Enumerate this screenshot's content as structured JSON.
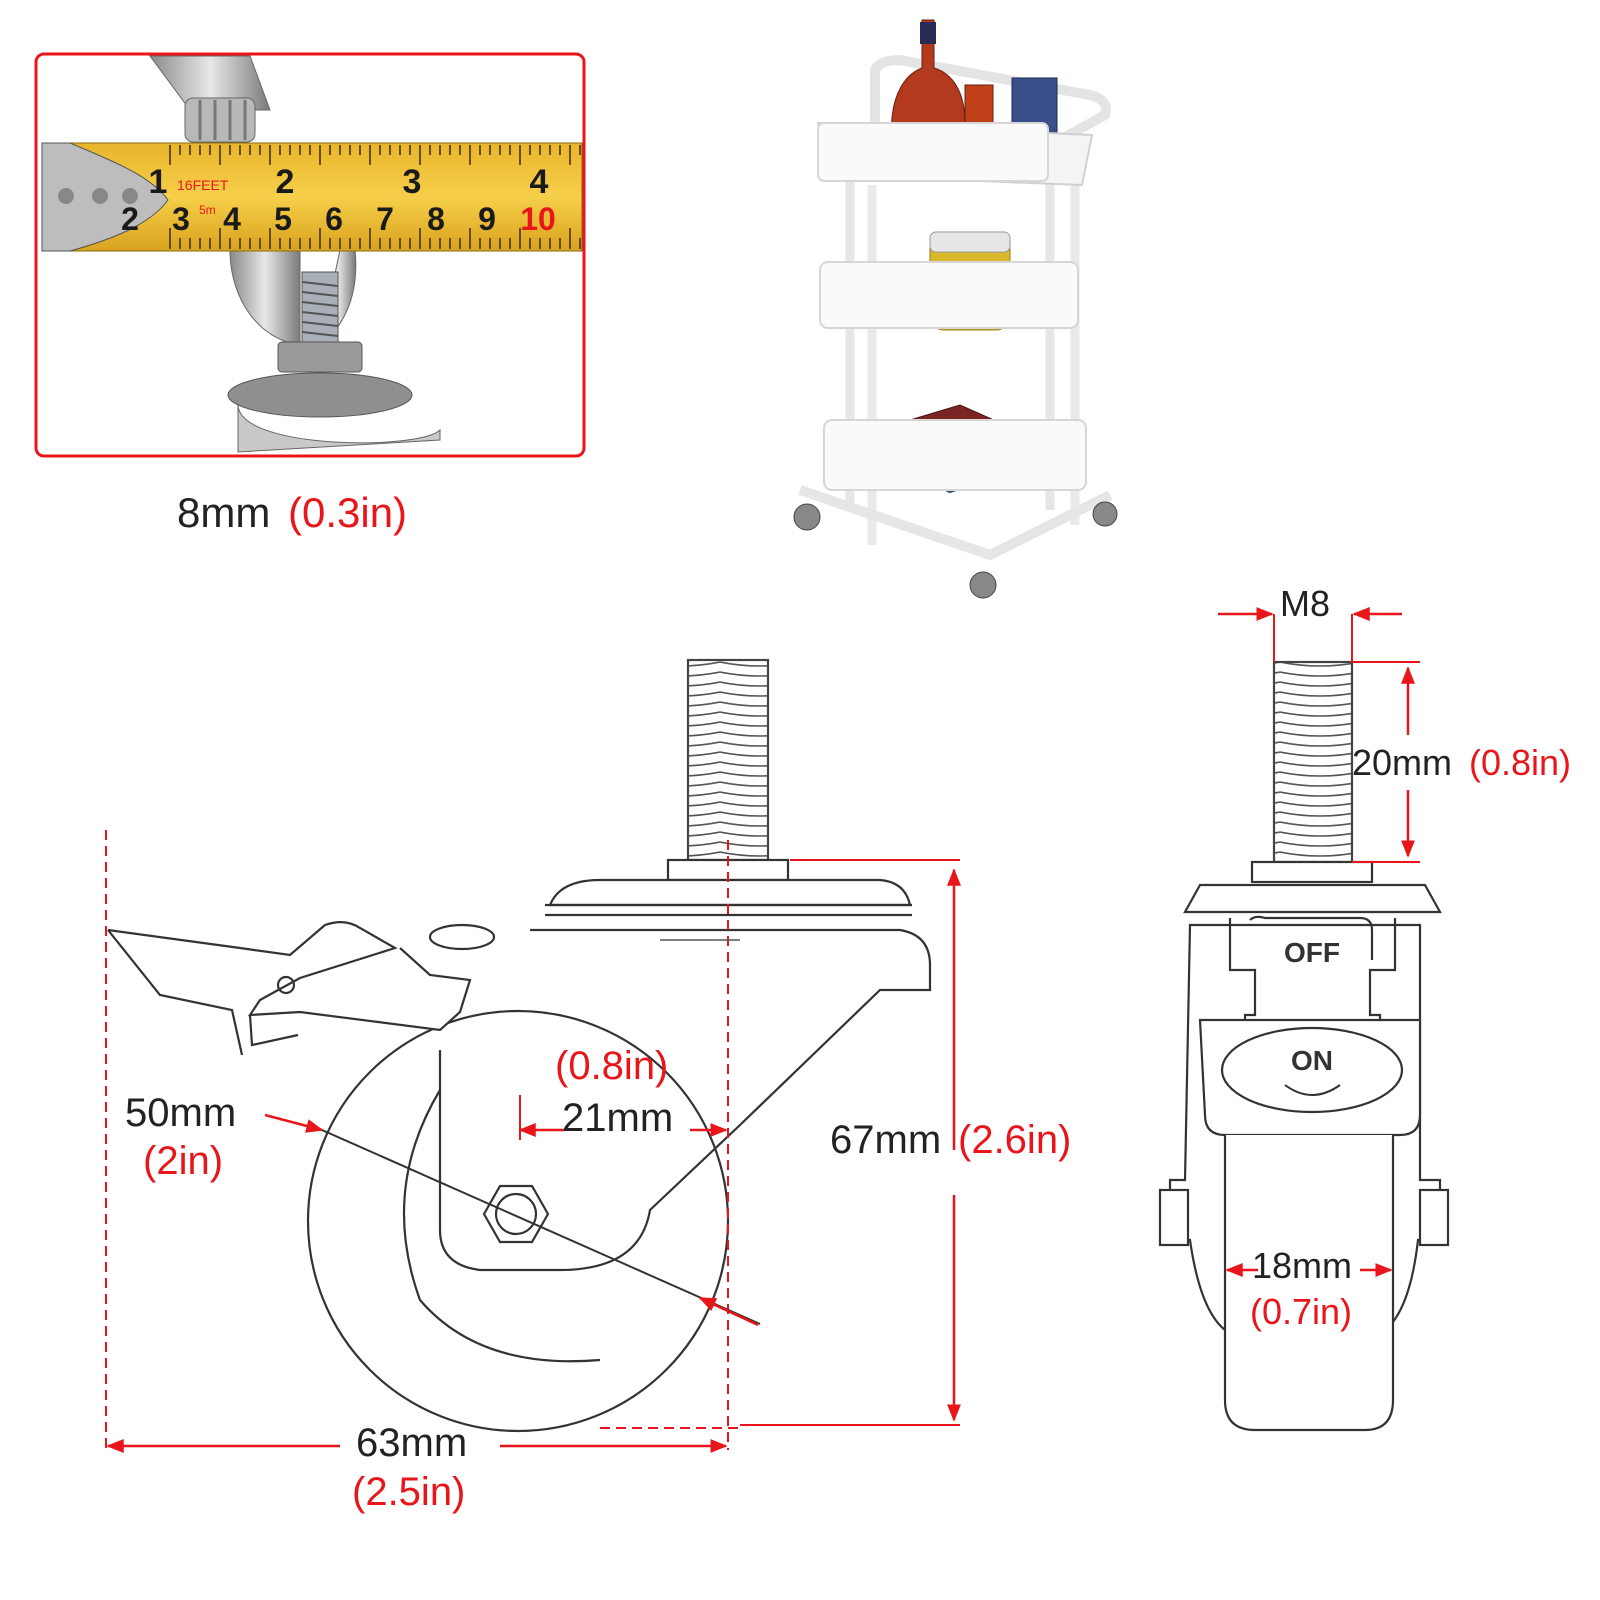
{
  "colors": {
    "dimension_red": "#e8161a",
    "line_dark": "#333333",
    "text_dark": "#222222"
  },
  "photo_tape": {
    "ruler_big_numbers": [
      "1",
      "2",
      "3",
      "4"
    ],
    "ruler_small_numbers": [
      "2",
      "3",
      "4",
      "5",
      "6",
      "7",
      "8",
      "9",
      "10"
    ],
    "ruler_brand_a": "16FEET",
    "ruler_brand_b": "5m",
    "caption_mm": "8mm",
    "caption_in": "(0.3in)"
  },
  "side_view": {
    "wheel_dia_mm": "50mm",
    "wheel_dia_in": "(2in)",
    "offset_in": "(0.8in)",
    "offset_mm": "21mm",
    "height_mm": "67mm",
    "height_in": "(2.6in)",
    "length_mm": "63mm",
    "length_in": "(2.5in)"
  },
  "front_view": {
    "thread_size": "M8",
    "stem_mm": "20mm",
    "stem_in": "(0.8in)",
    "brake_off": "OFF",
    "brake_on": "ON",
    "width_mm": "18mm",
    "width_in": "(0.7in)"
  }
}
